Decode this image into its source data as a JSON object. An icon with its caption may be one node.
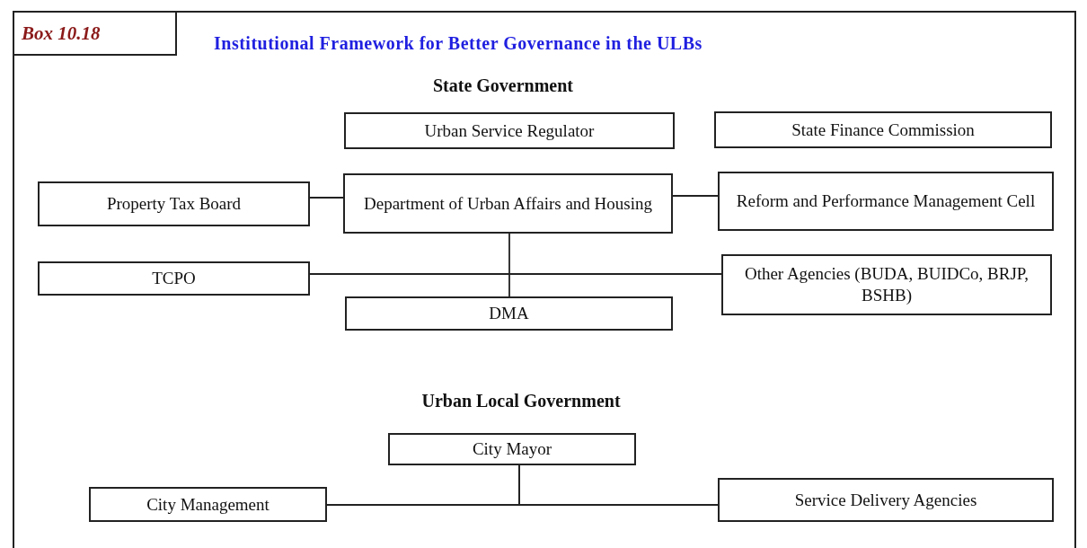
{
  "diagram": {
    "title": "Institutional Framework for Better Governance in the ULBs",
    "nodes": [
      {
        "text": [
          "Box 10.18"
        ]
      },
      {
        "text": [
          "Urban Service Regulator"
        ]
      },
      {
        "text": [
          "State Finance Commission"
        ]
      },
      {
        "text": [
          "Property Tax Board"
        ]
      },
      {
        "text": [
          "Department of Urban Affairs and Housing"
        ]
      },
      {
        "text": [
          "Reform and Performance Management Cell"
        ]
      },
      {
        "text": [
          "TCPO"
        ]
      },
      {
        "text": [
          "Other Agencies (BUDA, BUIDCo, BRJP, BSHB)"
        ]
      },
      {
        "text": [
          "DMA"
        ]
      },
      {
        "text": [
          "City Mayor"
        ]
      },
      {
        "text": [
          "City Management"
        ]
      },
      {
        "text": [
          "Service Delivery Agencies"
        ]
      }
    ],
    "edges": [
      {
        "from": 3,
        "to": 4,
        "arrow": "none"
      },
      {
        "from": 4,
        "to": 5,
        "arrow": "none"
      },
      {
        "from": 4,
        "to": 8,
        "arrow": "none"
      },
      {
        "from": 6,
        "to": 7,
        "arrow": "none"
      },
      {
        "from": 9,
        "to": 10,
        "arrow": "none"
      },
      {
        "from": 9,
        "to": 11,
        "arrow": "none"
      }
    ],
    "labels": [
      "State Government",
      "Urban Local Government"
    ]
  }
}
